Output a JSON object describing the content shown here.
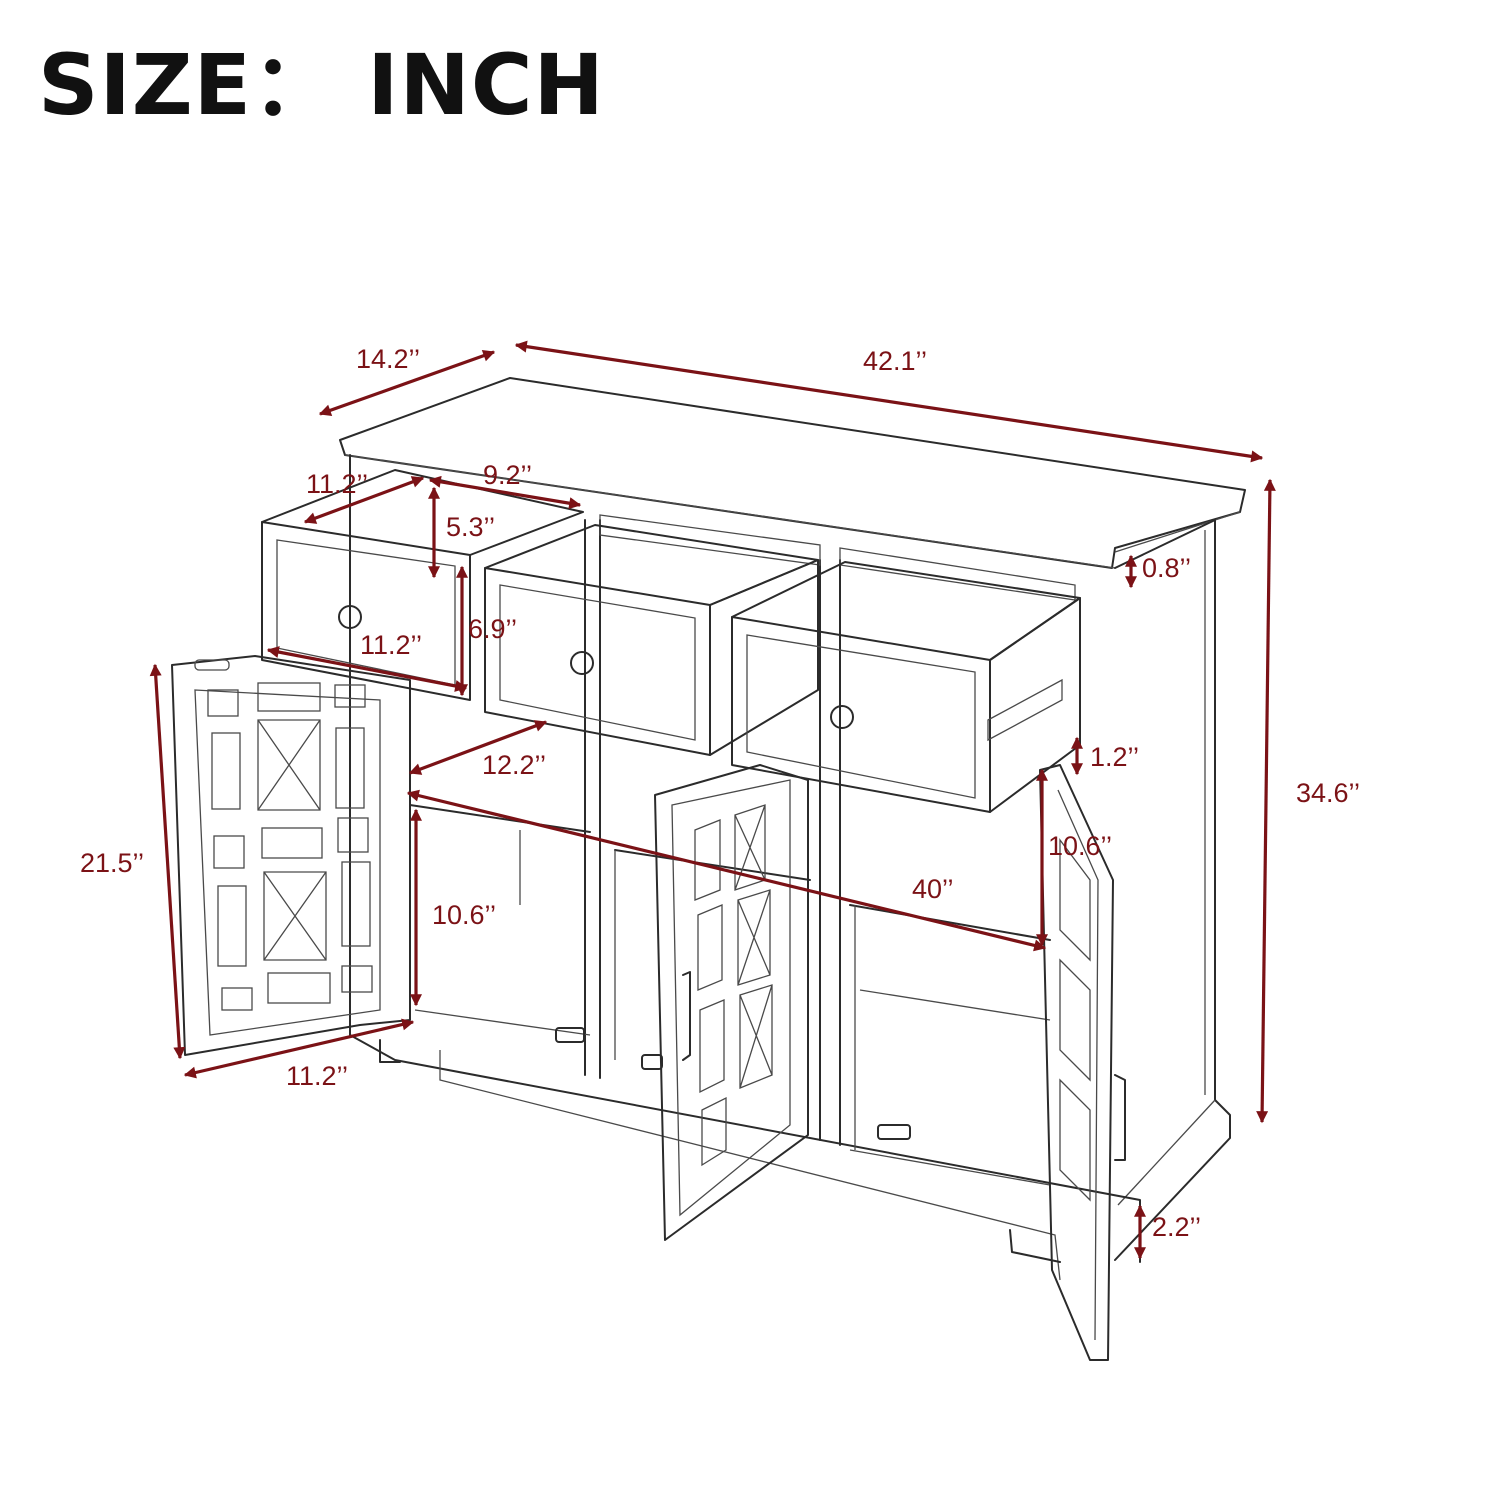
{
  "header": {
    "title": "SIZE： INCH"
  },
  "colors": {
    "dimension": "#7b1216",
    "outline": "#2b2b2b",
    "background": "#ffffff"
  },
  "dimensions": {
    "depth": "14.2’’",
    "width": "42.1’’",
    "height": "34.6’’",
    "top_thickness": "0.8’’",
    "drawer_depth": "11.2’’",
    "drawer_width": "9.2’’",
    "drawer_inner_height": "5.3’’",
    "drawer_front_width": "11.2’’",
    "drawer_front_height": "6.9’’",
    "cabinet_depth": "12.2’’",
    "inner_width": "40’’",
    "shelf_gap_left": "10.6’’",
    "shelf_gap_right": "10.6’’",
    "door_height": "21.5’’",
    "door_width": "11.2’’",
    "rail_gap": "1.2’’",
    "foot_height": "2.2’’"
  }
}
